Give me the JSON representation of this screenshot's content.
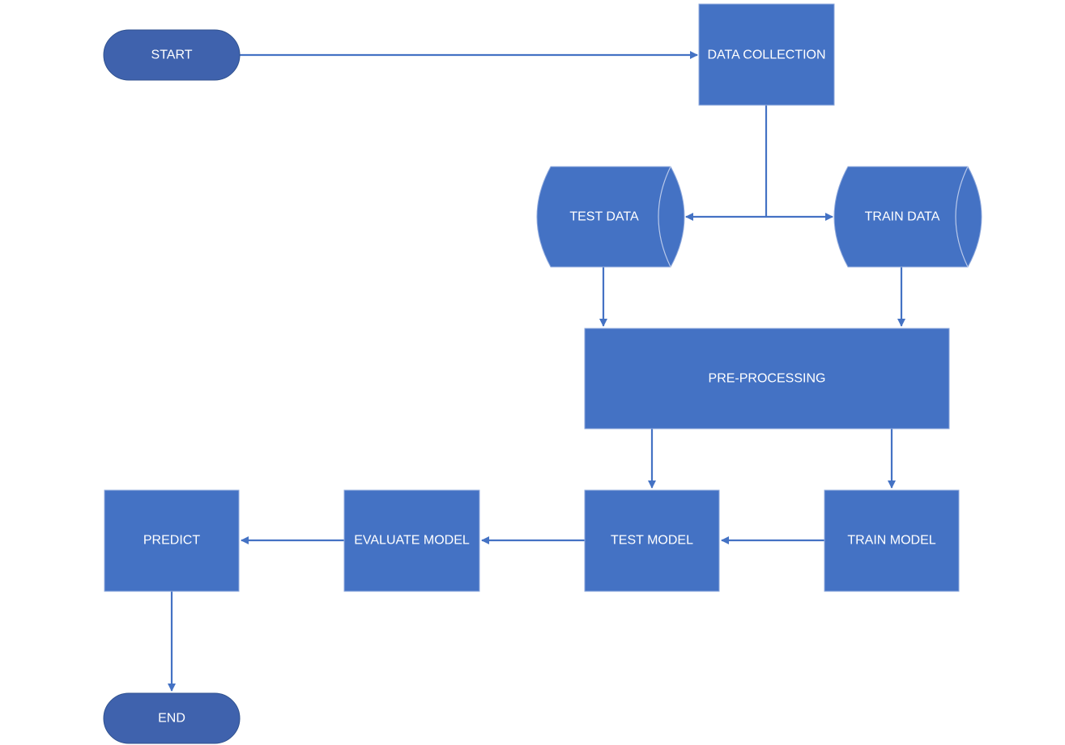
{
  "colors": {
    "node_fill": "#4472c4",
    "terminal_fill": "#3f62ad",
    "node_border": "#8fa9dc",
    "edge": "#4472c4",
    "text": "#ffffff"
  },
  "nodes": {
    "start": "START",
    "data_collection": "DATA COLLECTION",
    "test_data": "TEST DATA",
    "train_data": "TRAIN DATA",
    "pre_processing": "PRE-PROCESSING",
    "train_model": "TRAIN MODEL",
    "test_model": "TEST MODEL",
    "evaluate_model": "EVALUATE MODEL",
    "predict": "PREDICT",
    "end": "END"
  },
  "edges": [
    {
      "from": "start",
      "to": "data_collection"
    },
    {
      "from": "data_collection",
      "to": "test_data"
    },
    {
      "from": "data_collection",
      "to": "train_data"
    },
    {
      "from": "test_data",
      "to": "pre_processing"
    },
    {
      "from": "train_data",
      "to": "pre_processing"
    },
    {
      "from": "pre_processing",
      "to": "test_model"
    },
    {
      "from": "pre_processing",
      "to": "train_model"
    },
    {
      "from": "train_model",
      "to": "test_model"
    },
    {
      "from": "test_model",
      "to": "evaluate_model"
    },
    {
      "from": "evaluate_model",
      "to": "predict"
    },
    {
      "from": "predict",
      "to": "end"
    }
  ]
}
